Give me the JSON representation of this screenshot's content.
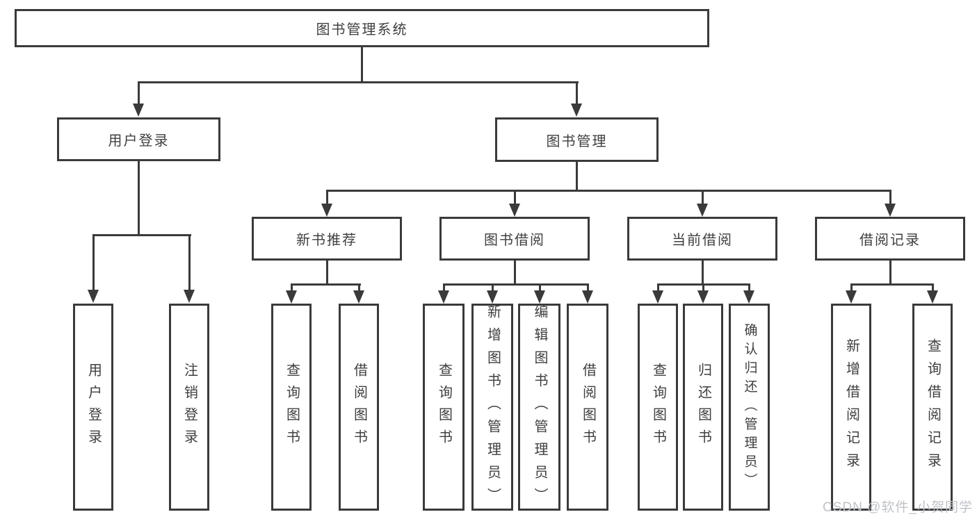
{
  "diagram": {
    "root": "图书管理系统",
    "level1": {
      "user_login": "用户登录",
      "book_mgmt": "图书管理"
    },
    "level2": {
      "new_books": "新书推荐",
      "book_borrow": "图书借阅",
      "current_borrow": "当前借阅",
      "borrow_records": "借阅记录"
    },
    "leaves": {
      "user_login": [
        "用户登录",
        "注销登录"
      ],
      "new_books": [
        "查询图书",
        "借阅图书"
      ],
      "book_borrow": [
        "查询图书",
        "新增图书（管理员）",
        "编辑图书（管理员）",
        "借阅图书"
      ],
      "current_borrow": [
        "查询图书",
        "归还图书",
        "确认归还（管理员）"
      ],
      "borrow_records": [
        "新增借阅记录",
        "查询借阅记录"
      ]
    }
  },
  "watermark": "CSDN @软件_小贺同学",
  "colors": {
    "line": "#3a3a3a",
    "text": "#3f3f3f",
    "watermark": "#bfc2c7"
  }
}
